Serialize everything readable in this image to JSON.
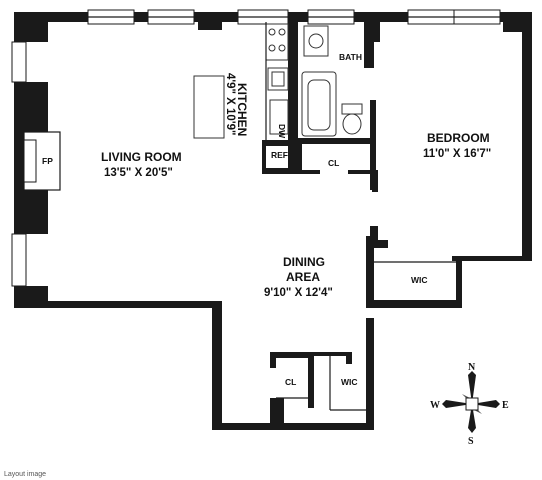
{
  "rooms": {
    "living": {
      "name": "LIVING ROOM",
      "dims": "13'5\" X 20'5\""
    },
    "kitchen": {
      "name": "KITCHEN",
      "dims": "4'9\" X 10'9\""
    },
    "bedroom": {
      "name": "BEDROOM",
      "dims": "11'0\" X 16'7\""
    },
    "dining": {
      "name": "DINING",
      "name2": "AREA",
      "dims": "9'10\" X 12'4\""
    },
    "bath": {
      "name": "BATH"
    }
  },
  "fixtures": {
    "fireplace": "FP",
    "refrigerator": "REF",
    "dishwasher": "DW",
    "closet_hall": "CL",
    "closet_entry": "CL",
    "walk_in_bedroom": "WIC",
    "walk_in_entry": "WIC"
  },
  "compass": {
    "n": "N",
    "s": "S",
    "e": "E",
    "w": "W"
  },
  "footer": "Layout image"
}
